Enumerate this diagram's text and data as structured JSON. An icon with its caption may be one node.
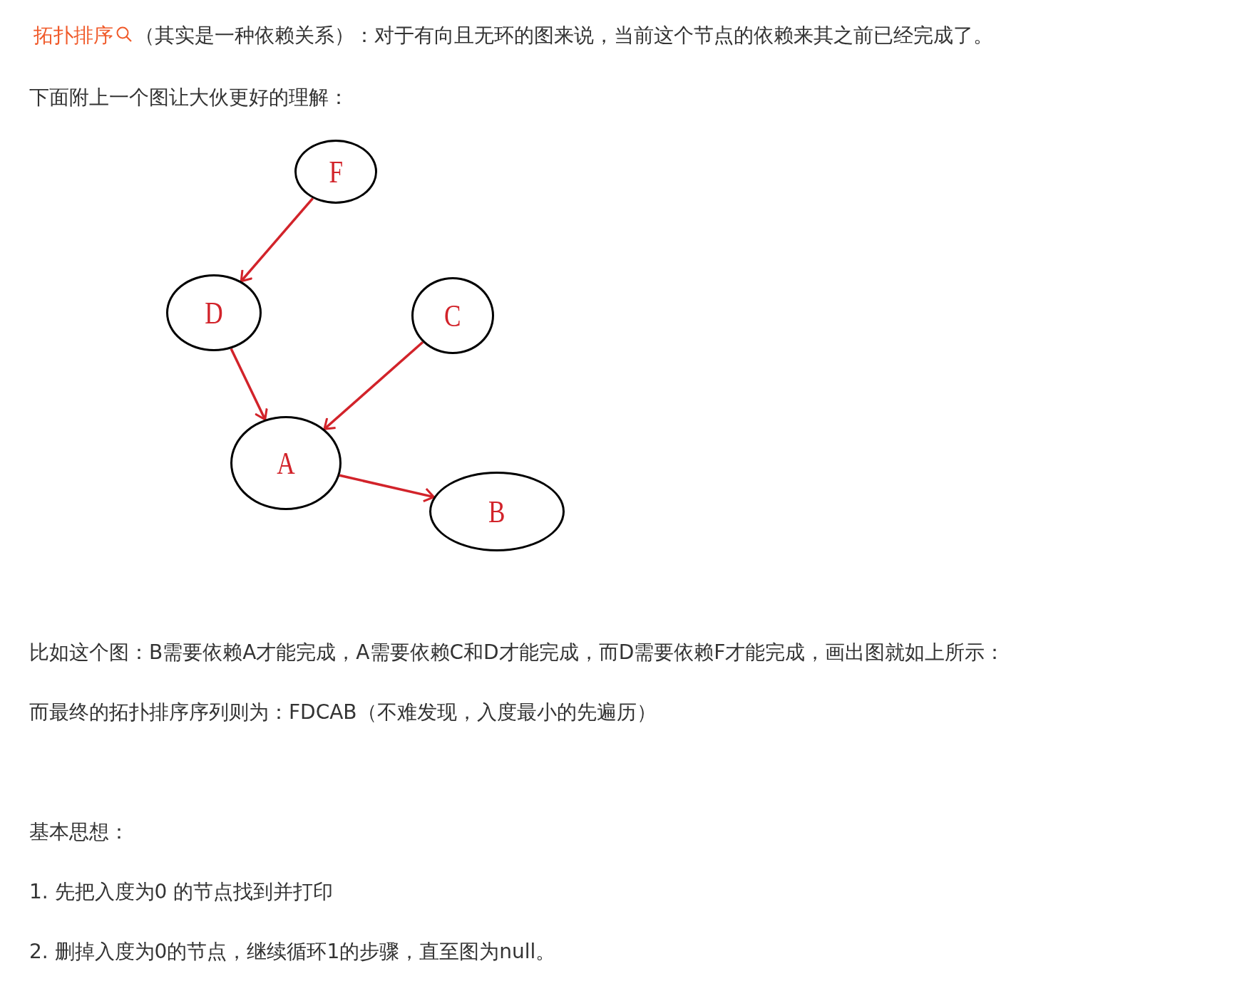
{
  "diagram": {
    "nodes": [
      {
        "text": [
          "F"
        ]
      },
      {
        "text": [
          "D"
        ]
      },
      {
        "text": [
          "C"
        ]
      },
      {
        "text": [
          "A"
        ]
      },
      {
        "text": [
          "B"
        ]
      }
    ],
    "edges": [
      {
        "from": 0,
        "to": 1,
        "arrow": "to"
      },
      {
        "from": 1,
        "to": 3,
        "arrow": "to"
      },
      {
        "from": 2,
        "to": 3,
        "arrow": "to"
      },
      {
        "from": 3,
        "to": 4,
        "arrow": "to"
      }
    ],
    "labels": [
      "拓扑排序",
      "（其实是一种依赖关系）：对于有向且无环的图来说，当前这个节点的依赖来其之前已经完成了。",
      "下面附上一个图让大伙更好的理解：",
      "比如这个图：B需要依赖A才能完成，A需要依赖C和D才能完成，而D需要依赖F才能完成，画出图就如上所示：",
      "而最终的拓扑排序序列则为：FDCAB（不难发现，入度最小的先遍历）",
      "基本思想：",
      "1. 先把入度为0 的节点找到并打印",
      "2. 删掉入度为0的节点，继续循环1的步骤，直至图为null。"
    ]
  }
}
